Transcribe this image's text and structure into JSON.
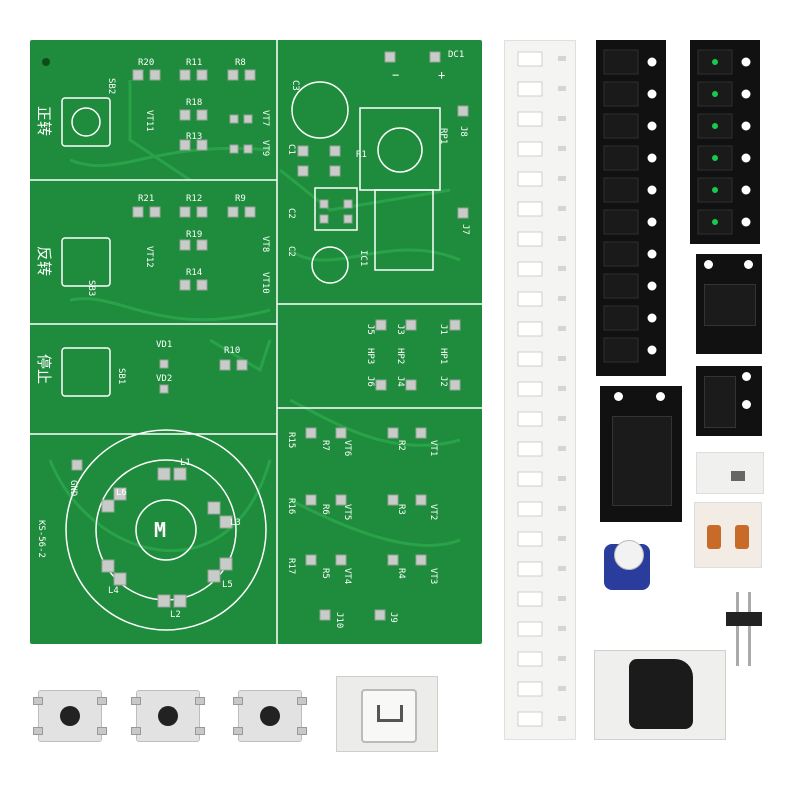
{
  "silkscreen": {
    "title_forward": "正转",
    "title_reverse": "反转",
    "title_stop": "停止",
    "motor": "M",
    "board_id": "KS-56-2",
    "gnd": "GND",
    "dc_label": "DC1",
    "minus": "−",
    "plus": "+",
    "sb2": "SB2",
    "sb3": "SB3",
    "sb1": "SB1",
    "r20": "R20",
    "r11": "R11",
    "r8": "R8",
    "r18": "R18",
    "r13": "R13",
    "vt11": "VT11",
    "vt7": "VT7",
    "vt9": "VT9",
    "r21": "R21",
    "r12": "R12",
    "r9": "R9",
    "r19": "R19",
    "r14": "R14",
    "vt12": "VT12",
    "vt8": "VT8",
    "vt10": "VT10",
    "vd1": "VD1",
    "vd2": "VD2",
    "r10": "R10",
    "c3": "C3",
    "c1": "C1",
    "c2": "C2",
    "r1": "R1",
    "rp1": "RP1",
    "j8": "J8",
    "j7": "J7",
    "ic1": "IC1",
    "j5": "J5",
    "j3": "J3",
    "j1": "J1",
    "hp3": "HP3",
    "hp2": "HP2",
    "hp1": "HP1",
    "j6": "J6",
    "j4": "J4",
    "j2": "J2",
    "r15": "R15",
    "r7": "R7",
    "vt6": "VT6",
    "r2": "R2",
    "vt1": "VT1",
    "r16": "R16",
    "r6": "R6",
    "vt5": "VT5",
    "r3": "R3",
    "vt2": "VT2",
    "r17": "R17",
    "r5": "R5",
    "vt4": "VT4",
    "r4": "R4",
    "vt3": "VT3",
    "j10": "J10",
    "j9": "J9",
    "l1": "L1",
    "l2": "L2",
    "l3": "L3",
    "l4": "L4",
    "l5": "L5",
    "l6": "L6"
  },
  "colors": {
    "pcb": "#1e8c3c",
    "trace": "#2aa24a",
    "silk": "#ffffff",
    "pad": "#c8ccc8",
    "tape_white": "#f4f4f2",
    "tape_black": "#111111",
    "led_green": "#19c94a",
    "trimmer_blue": "#2a3d9c"
  }
}
